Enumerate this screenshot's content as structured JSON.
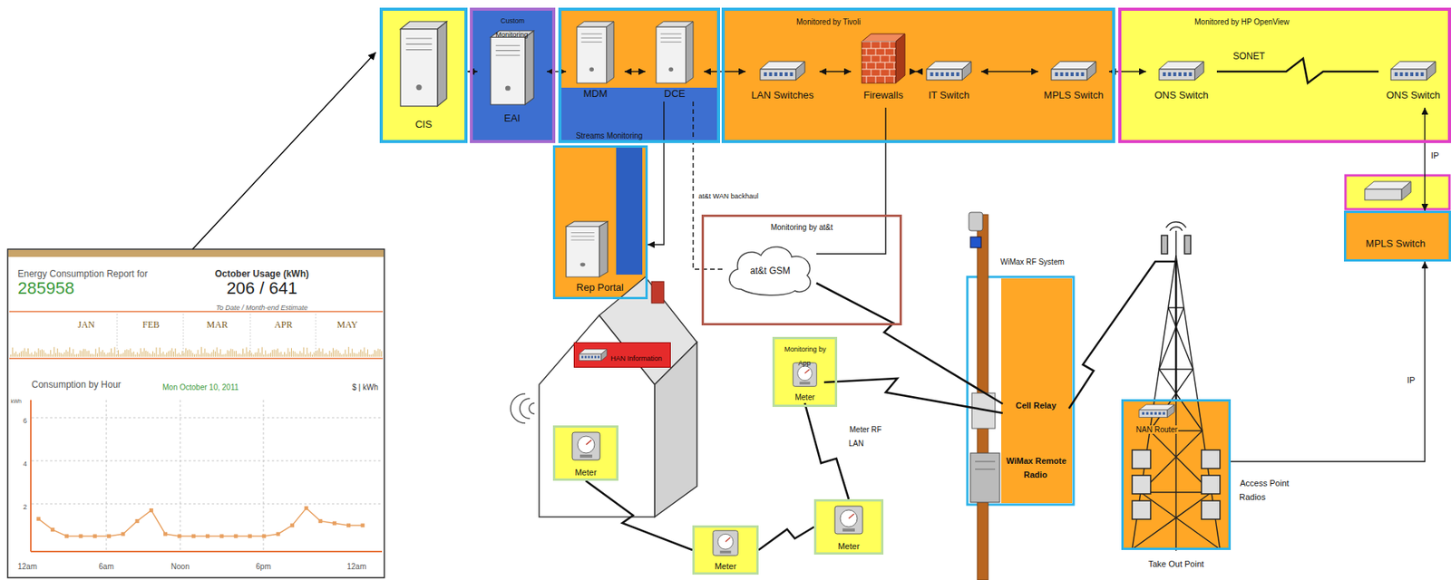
{
  "diagram": {
    "nodes": [
      {
        "text": [
          "CIS"
        ]
      },
      {
        "text": [
          "Custom Monitoring"
        ]
      },
      {
        "text": [
          "EAI"
        ],
        "in": 1
      },
      {
        "text": [
          "Streams Monitoring"
        ]
      },
      {
        "text": [
          "MDM"
        ],
        "in": 3
      },
      {
        "text": [
          "DCE"
        ],
        "in": 3
      },
      {
        "text": [
          "Monitored by Tivoli"
        ]
      },
      {
        "text": [
          "LAN Switches"
        ],
        "in": 6
      },
      {
        "text": [
          "Firewalls"
        ],
        "in": 6
      },
      {
        "text": [
          "IT Switch"
        ],
        "in": 6
      },
      {
        "text": [
          "MPLS Switch"
        ],
        "in": 6
      },
      {
        "text": [
          "Monitored by HP OpenView"
        ]
      },
      {
        "text": [
          "ONS Switch"
        ],
        "in": 11
      },
      {
        "text": [
          "ONS Switch"
        ],
        "in": 11
      },
      {
        "text": [
          "MPLS Switch"
        ]
      },
      {
        "text": [
          "Rep Portal"
        ]
      },
      {
        "text": [
          "Monitoring by at&t"
        ]
      },
      {
        "text": [
          "at&t GSM"
        ],
        "in": 16
      },
      {
        "text": [
          "Cell Relay"
        ]
      },
      {
        "text": [
          "WiMax Remote Radio"
        ]
      },
      {
        "text": [
          "Monitoring by App"
        ]
      },
      {
        "text": [
          "Meter"
        ],
        "in": 20
      },
      {
        "text": [
          "HAN Information"
        ]
      },
      {
        "text": [
          "Meter"
        ]
      },
      {
        "text": [
          "Meter"
        ]
      },
      {
        "text": [
          "Meter"
        ]
      },
      {
        "text": [
          "Access Point Radios"
        ]
      },
      {
        "text": [
          "NAN Router"
        ],
        "in": 26
      }
    ],
    "edges": [
      {
        "from": 0,
        "to": 2,
        "arrow": "both"
      },
      {
        "from": 2,
        "to": 4,
        "arrow": "both"
      },
      {
        "from": 4,
        "to": 5,
        "arrow": "both"
      },
      {
        "from": 5,
        "to": 7,
        "arrow": "both"
      },
      {
        "from": 7,
        "to": 8,
        "arrow": "both"
      },
      {
        "from": 8,
        "to": 9,
        "arrow": "both"
      },
      {
        "from": 9,
        "to": 10,
        "arrow": "both"
      },
      {
        "from": 10,
        "to": 12,
        "arrow": "both"
      },
      {
        "from": 12,
        "to": 13,
        "label": "SONET",
        "arrow": "none"
      },
      {
        "from": 13,
        "to": 14,
        "label": "IP",
        "arrow": "both"
      },
      {
        "from": 5,
        "to": 15,
        "arrow": "to"
      },
      {
        "from": 5,
        "to": 17,
        "label": "at&t WAN backhaul",
        "arrow": "none"
      },
      {
        "from": 8,
        "to": 17,
        "arrow": "none"
      },
      {
        "from": 17,
        "to": 18,
        "arrow": "none"
      },
      {
        "from": 21,
        "to": 18,
        "label": "Meter RF LAN",
        "arrow": "none"
      },
      {
        "from": 18,
        "to": 26,
        "label": "WiMax RF System",
        "arrow": "none"
      },
      {
        "from": 23,
        "to": 24,
        "arrow": "none"
      },
      {
        "from": 24,
        "to": 25,
        "arrow": "none"
      },
      {
        "from": 25,
        "to": 21,
        "arrow": "none"
      },
      {
        "from": 26,
        "to": 14,
        "label": "IP",
        "arrow": "to"
      }
    ],
    "labels": [
      "Energy Consumption Report for",
      "285958",
      "October Usage (kWh)",
      "206 / 641",
      "To Date / Month-end Estimate",
      "JAN",
      "FEB",
      "MAR",
      "APR",
      "MAY",
      "Consumption by Hour",
      "Mon October 10, 2011",
      "$ | kWh",
      "kWh",
      "6",
      "4",
      "2",
      "12am",
      "6am",
      "Noon",
      "6pm",
      "12am",
      "Take Out Point"
    ]
  }
}
